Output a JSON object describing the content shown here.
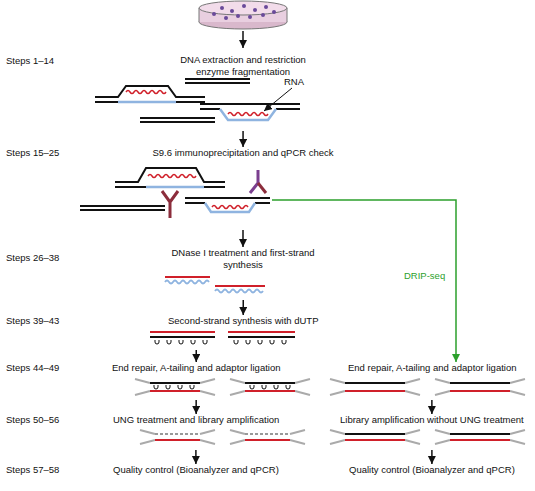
{
  "diagram": {
    "nodes": [
      {
        "text": [
          "DNA extraction and restriction enzyme fragmentation"
        ]
      },
      {
        "text": [
          "S9.6 immunoprecipitation and qPCR check"
        ]
      },
      {
        "text": [
          "DNase I treatment and first-strand synthesis"
        ]
      },
      {
        "text": [
          "Second-strand synthesis with dUTP"
        ]
      },
      {
        "text": [
          "End repair, A-tailing and adaptor ligation"
        ]
      },
      {
        "text": [
          "UNG treatment and library amplification"
        ]
      },
      {
        "text": [
          "Quality control (Bioanalyzer and qPCR)"
        ]
      },
      {
        "text": [
          "End repair, A-tailing and adaptor ligation"
        ]
      },
      {
        "text": [
          "Library amplification without UNG treatment"
        ]
      },
      {
        "text": [
          "Quality control (Bioanalyzer and qPCR)"
        ]
      }
    ],
    "edges": [
      {
        "from": 0,
        "to": 1,
        "arrow": "to"
      },
      {
        "from": 1,
        "to": 2,
        "arrow": "to"
      },
      {
        "from": 2,
        "to": 3,
        "arrow": "to"
      },
      {
        "from": 3,
        "to": 4,
        "arrow": "to"
      },
      {
        "from": 4,
        "to": 5,
        "arrow": "to"
      },
      {
        "from": 5,
        "to": 6,
        "arrow": "to"
      },
      {
        "from": 1,
        "to": 7,
        "label": "DRIP-seq",
        "arrow": "to"
      },
      {
        "from": 7,
        "to": 8,
        "arrow": "to"
      },
      {
        "from": 8,
        "to": 9,
        "arrow": "to"
      }
    ],
    "labels": [
      "Steps 1–14",
      "RNA",
      "Steps 15–25",
      "Steps 26–38",
      "Steps 39–43",
      "Steps 44–49",
      "Steps 50–56",
      "Steps 57–58"
    ]
  }
}
